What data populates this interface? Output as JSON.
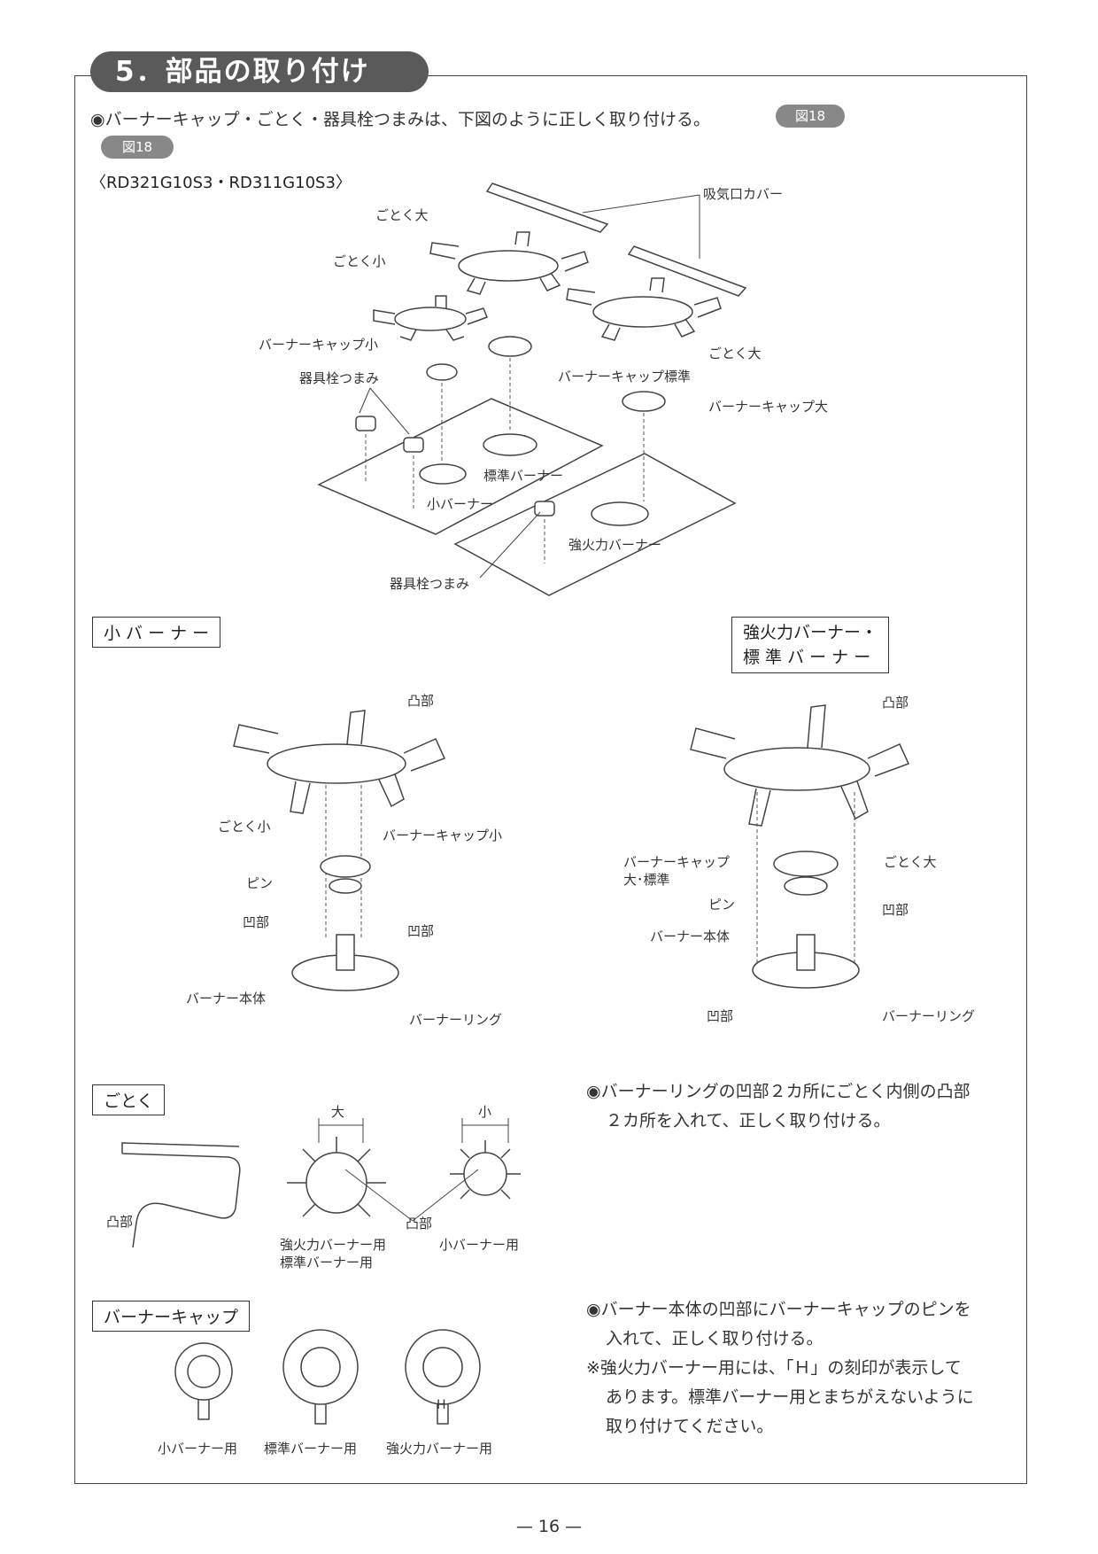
{
  "section": {
    "title": "5．部品の取り付け"
  },
  "intro": {
    "text": "◉バーナーキャップ・ごとく・器具栓つまみは、下図のように正しく取り付ける。",
    "ref1": "図18",
    "ref2": "図18"
  },
  "model": "〈RD321G10S3・RD311G10S3〉",
  "overview_labels": {
    "intake_cover": "吸気口カバー",
    "gotoku_large_1": "ごとく大",
    "gotoku_small": "ごとく小",
    "gotoku_large_2": "ごとく大",
    "cap_small": "バーナーキャップ小",
    "cap_standard": "バーナーキャップ標準",
    "cap_large": "バーナーキャップ大",
    "knob_1": "器具栓つまみ",
    "knob_2": "器具栓つまみ",
    "standard_burner": "標準バーナー",
    "small_burner": "小バーナー",
    "strong_burner": "強火力バーナー"
  },
  "small_burner_section": {
    "title": "小 バ ー ナ ー",
    "convex": "凸部",
    "gotoku_small": "ごとく小",
    "cap_small": "バーナーキャップ小",
    "pin": "ピン",
    "concave_1": "凹部",
    "concave_2": "凹部",
    "burner_body": "バーナー本体",
    "burner_ring": "バーナーリング"
  },
  "large_burner_section": {
    "title_line1": "強火力バーナー・",
    "title_line2": "標 準 バ ー ナ ー",
    "convex": "凸部",
    "gotoku_large": "ごとく大",
    "cap_line1": "バーナーキャップ",
    "cap_line2": "大･標準",
    "pin": "ピン",
    "concave_1": "凹部",
    "concave_2": "凹部",
    "burner_body": "バーナー本体",
    "burner_ring": "バーナーリング"
  },
  "gotoku_section": {
    "title": "ごとく",
    "convex_1": "凸部",
    "convex_2": "凸部",
    "large": "大",
    "small": "小",
    "for_strong_line1": "強火力バーナー用",
    "for_strong_line2": "標準バーナー用",
    "for_small": "小バーナー用",
    "note_line1": "◉バーナーリングの凹部２カ所にごとく内側の凸部",
    "note_line2": "２カ所を入れて、正しく取り付ける。"
  },
  "cap_section": {
    "title": "バーナーキャップ",
    "for_small": "小バーナー用",
    "for_standard": "標準バーナー用",
    "for_strong": "強火力バーナー用",
    "h_mark": "H",
    "note_line1": "◉バーナー本体の凹部にバーナーキャップのピンを",
    "note_line2": "入れて、正しく取り付ける。",
    "note_line3": "※強火力バーナー用には、「Ｈ」の刻印が表示して",
    "note_line4": "あります。標準バーナー用とまちがえないように",
    "note_line5": "取り付けてください。"
  },
  "page_number": "— 16 —"
}
